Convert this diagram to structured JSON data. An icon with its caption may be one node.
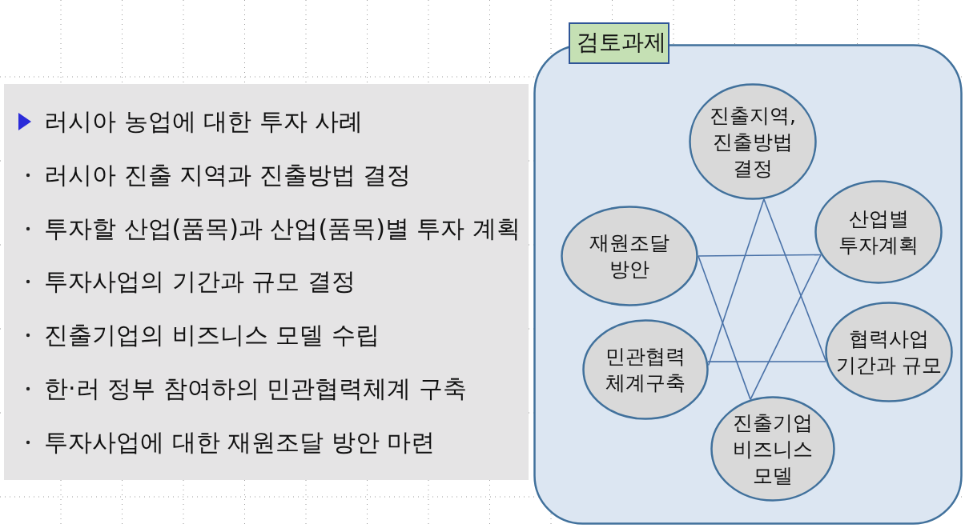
{
  "diagram": {
    "nodes": [
      {
        "text": [
          "러시아 농업에 대한 투자 사례",
          "러시아 진출 지역과 진출방법 결정",
          "투자할 산업(품목)과 산업(품목)별 투자 계획",
          "투자사업의 기간과 규모 결정",
          "진출기업의 비즈니스 모델 수립",
          "한·러 정부 참여하의 민관협력체계 구축",
          "투자사업에 대한 재원조달 방안 마련"
        ]
      },
      {
        "text": [
          "검토과제"
        ]
      },
      {
        "text": [
          "진출지역, 진출방법 결정"
        ],
        "in": 1
      },
      {
        "text": [
          "재원조달 방안"
        ],
        "in": 1
      },
      {
        "text": [
          "산업별 투자계획"
        ],
        "in": 1
      },
      {
        "text": [
          "민관협력 체계구축"
        ],
        "in": 1
      },
      {
        "text": [
          "협력사업 기간과 규모"
        ],
        "in": 1
      },
      {
        "text": [
          "진출기업 비즈니스 모델"
        ],
        "in": 1
      }
    ],
    "edges": [
      {
        "from": 2,
        "to": 5,
        "arrow": "none"
      },
      {
        "from": 2,
        "to": 6,
        "arrow": "none"
      },
      {
        "from": 5,
        "to": 6,
        "arrow": "none"
      },
      {
        "from": 3,
        "to": 4,
        "arrow": "none"
      },
      {
        "from": 3,
        "to": 7,
        "arrow": "none"
      },
      {
        "from": 4,
        "to": 7,
        "arrow": "none"
      }
    ]
  }
}
